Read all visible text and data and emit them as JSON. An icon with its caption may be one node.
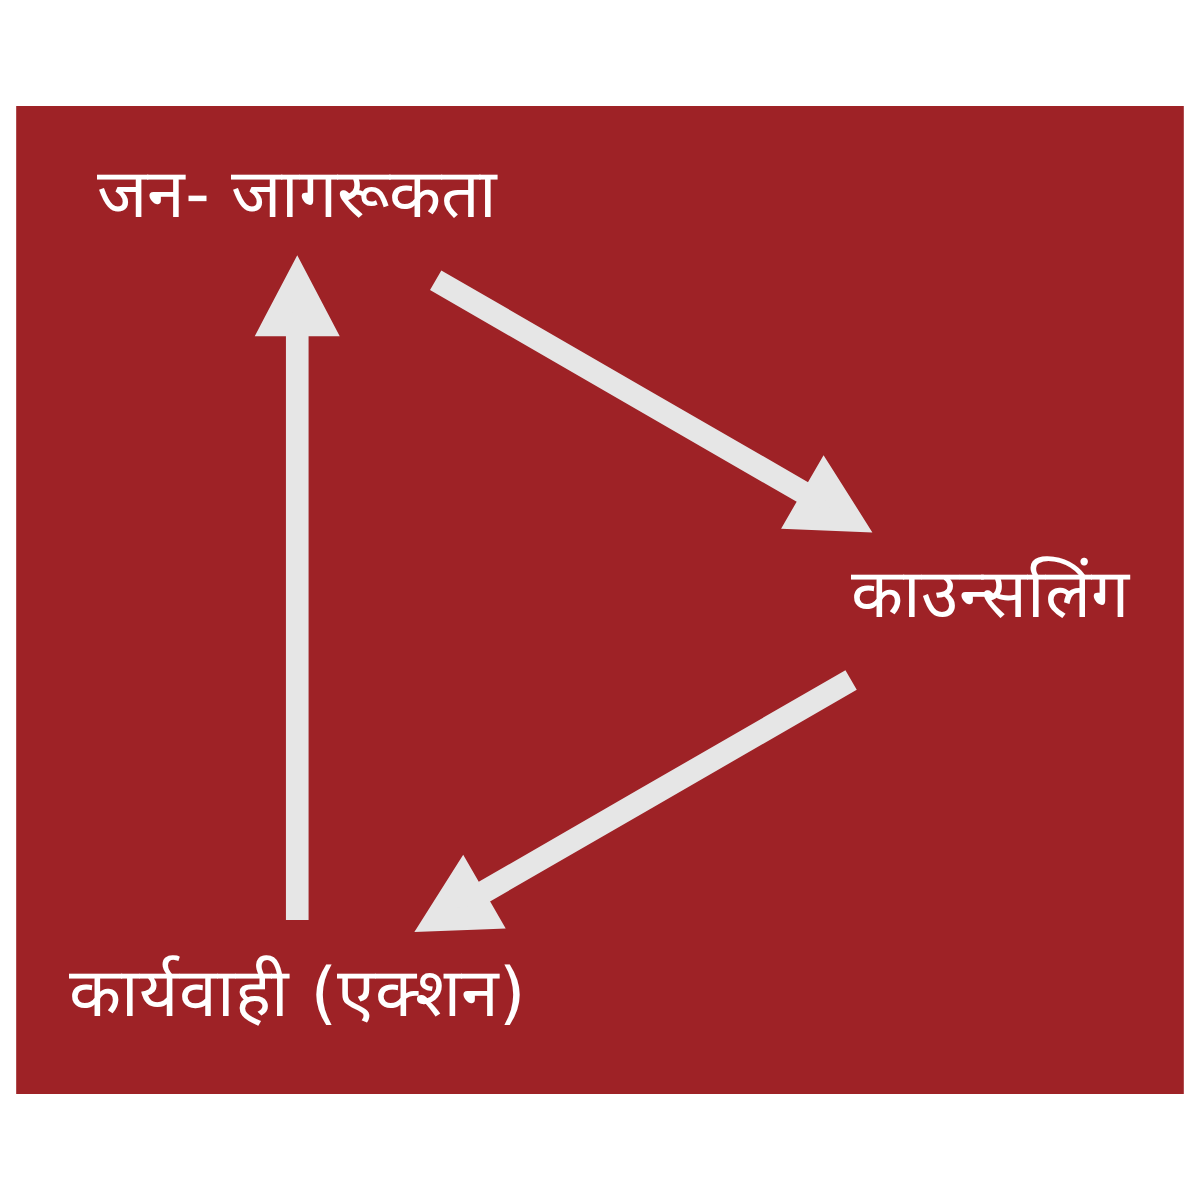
{
  "diagram": {
    "nodes": [
      {
        "text": [
          "कार्यवाही (एक्शन)"
        ]
      },
      {
        "text": [
          "जन- जागरूकता"
        ]
      },
      {
        "text": [
          "काउन्सलिंग"
        ]
      }
    ],
    "edges": [
      {
        "from": 0,
        "to": 1,
        "arrow": "to"
      },
      {
        "from": 1,
        "to": 2,
        "arrow": "to"
      },
      {
        "from": 2,
        "to": 0,
        "arrow": "to"
      }
    ]
  }
}
